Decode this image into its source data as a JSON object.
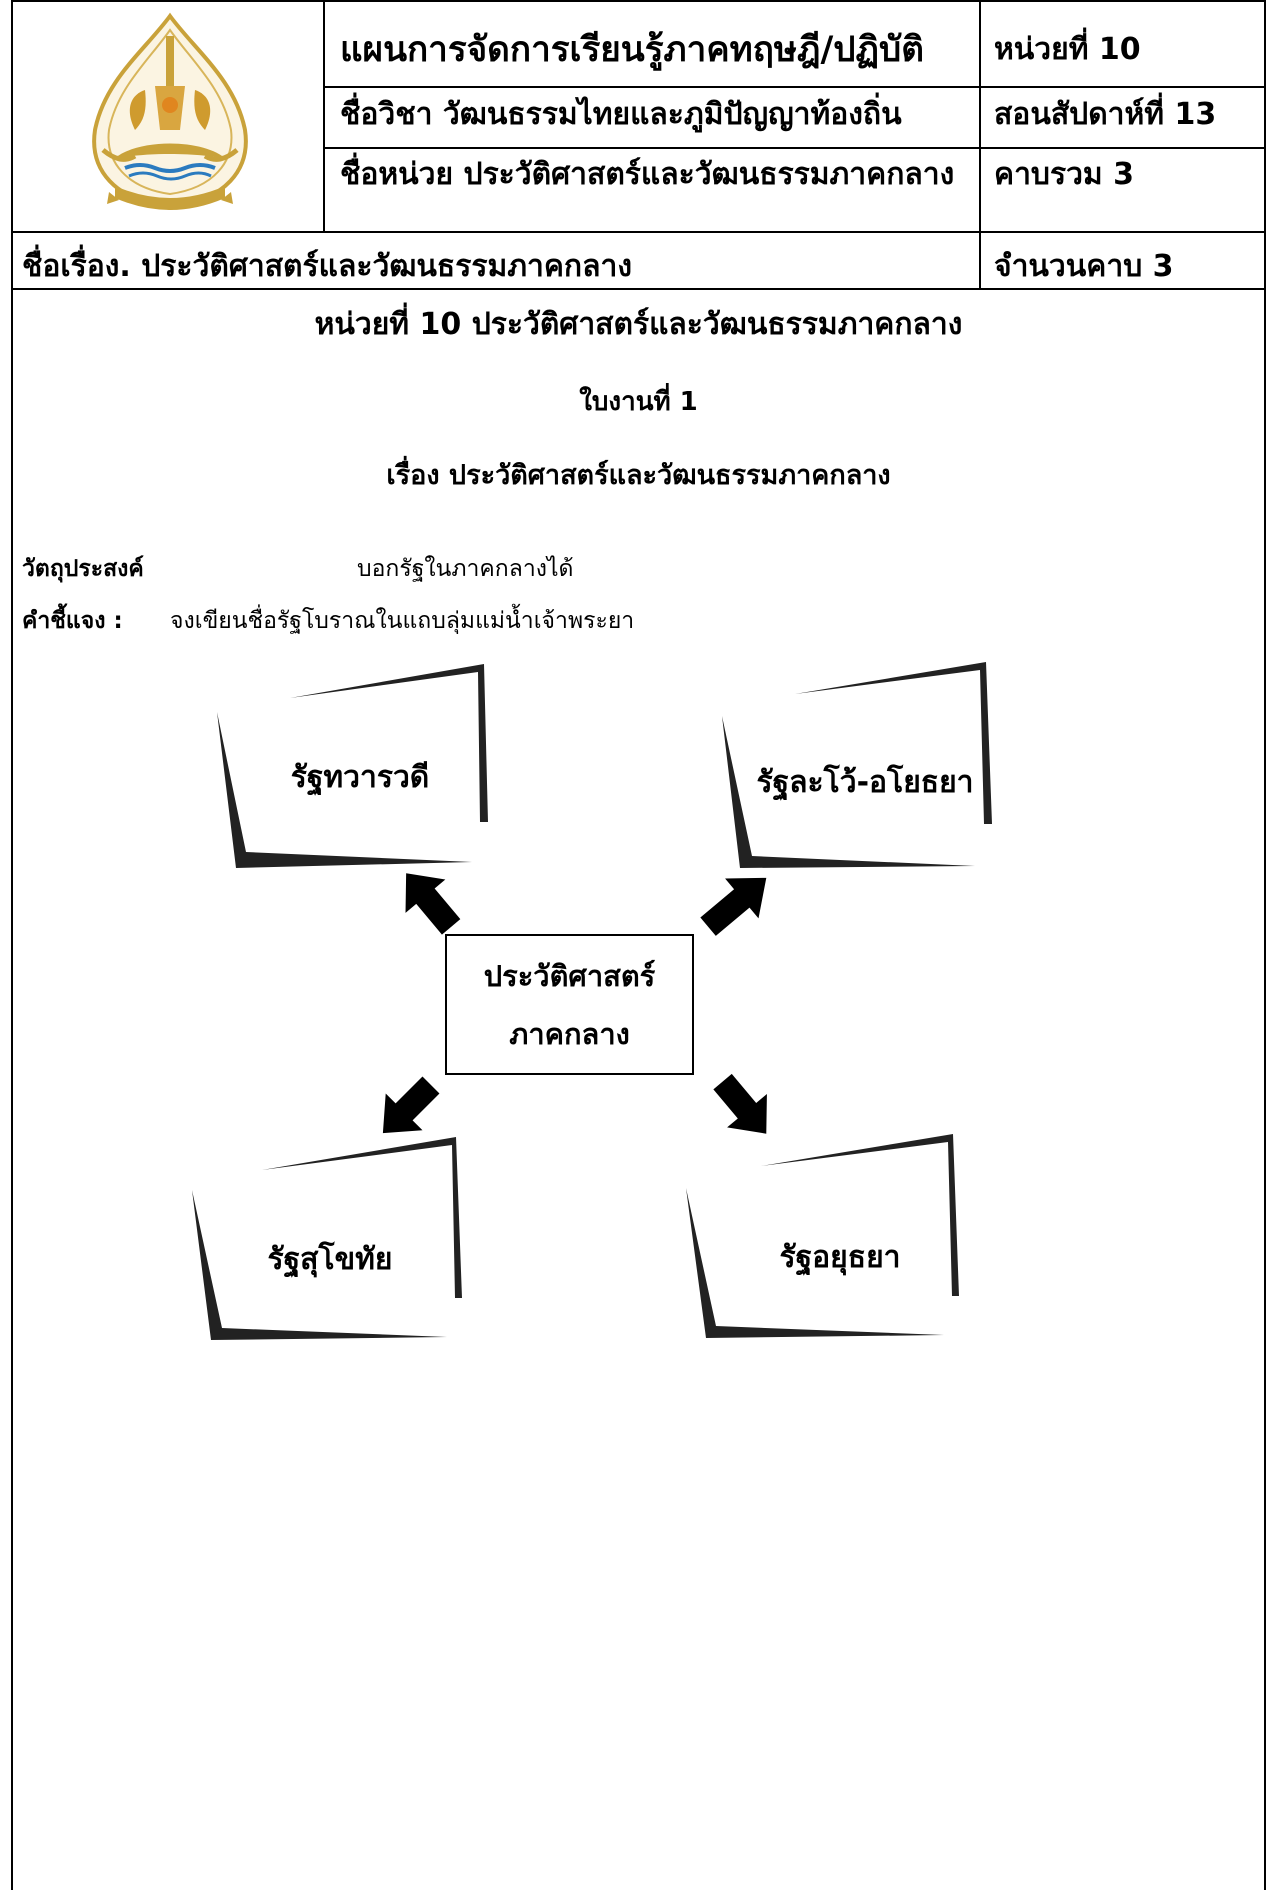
{
  "header": {
    "plan_title": "แผนการจัดการเรียนรู้ภาคทฤษฎี/ปฏิบัติ",
    "unit_number": "หน่วยที่ 10",
    "subject": "ชื่อวิชา  วัฒนธรรมไทยและภูมิปัญญาท้องถิ่น",
    "week": "สอนสัปดาห์ที่ 13",
    "unit_name": "ชื่อหน่วย ประวัติศาสตร์และวัฒนธรรมภาคกลาง",
    "total_periods": "คาบรวม 3",
    "topic": "ชื่อเรื่อง. ประวัติศาสตร์และวัฒนธรรมภาคกลาง",
    "periods": "จำนวนคาบ 3"
  },
  "worksheet": {
    "unit_heading": "หน่วยที่  10 ประวัติศาสตร์และวัฒนธรรมภาคกลาง",
    "sheet_label": "ใบงานที่ 1",
    "subject_line": "เรื่อง  ประวัติศาสตร์และวัฒนธรรมภาคกลาง",
    "objective_label": "วัตถุประสงค์",
    "objective_text": "บอกรัฐในภาคกลางได้",
    "instruction_label": "คำชี้แจง :",
    "instruction_text": "จงเขียนชื่อรัฐโบราณในแถบลุ่มแม่น้ำเจ้าพระยา"
  },
  "diagram": {
    "center_line1": "ประวัติศาสตร์",
    "center_line2": "ภาคกลาง",
    "states": [
      "รัฐทวารวดี",
      "รัฐละโว้-อโยธยา",
      "รัฐสุโขทัย",
      "รัฐอยุธยา"
    ]
  },
  "logo": {
    "name": "nakhon-phanom-university-seal",
    "colors": {
      "gold": "#c9a23a",
      "blue": "#2b7bbf",
      "orange": "#e0861f"
    }
  }
}
